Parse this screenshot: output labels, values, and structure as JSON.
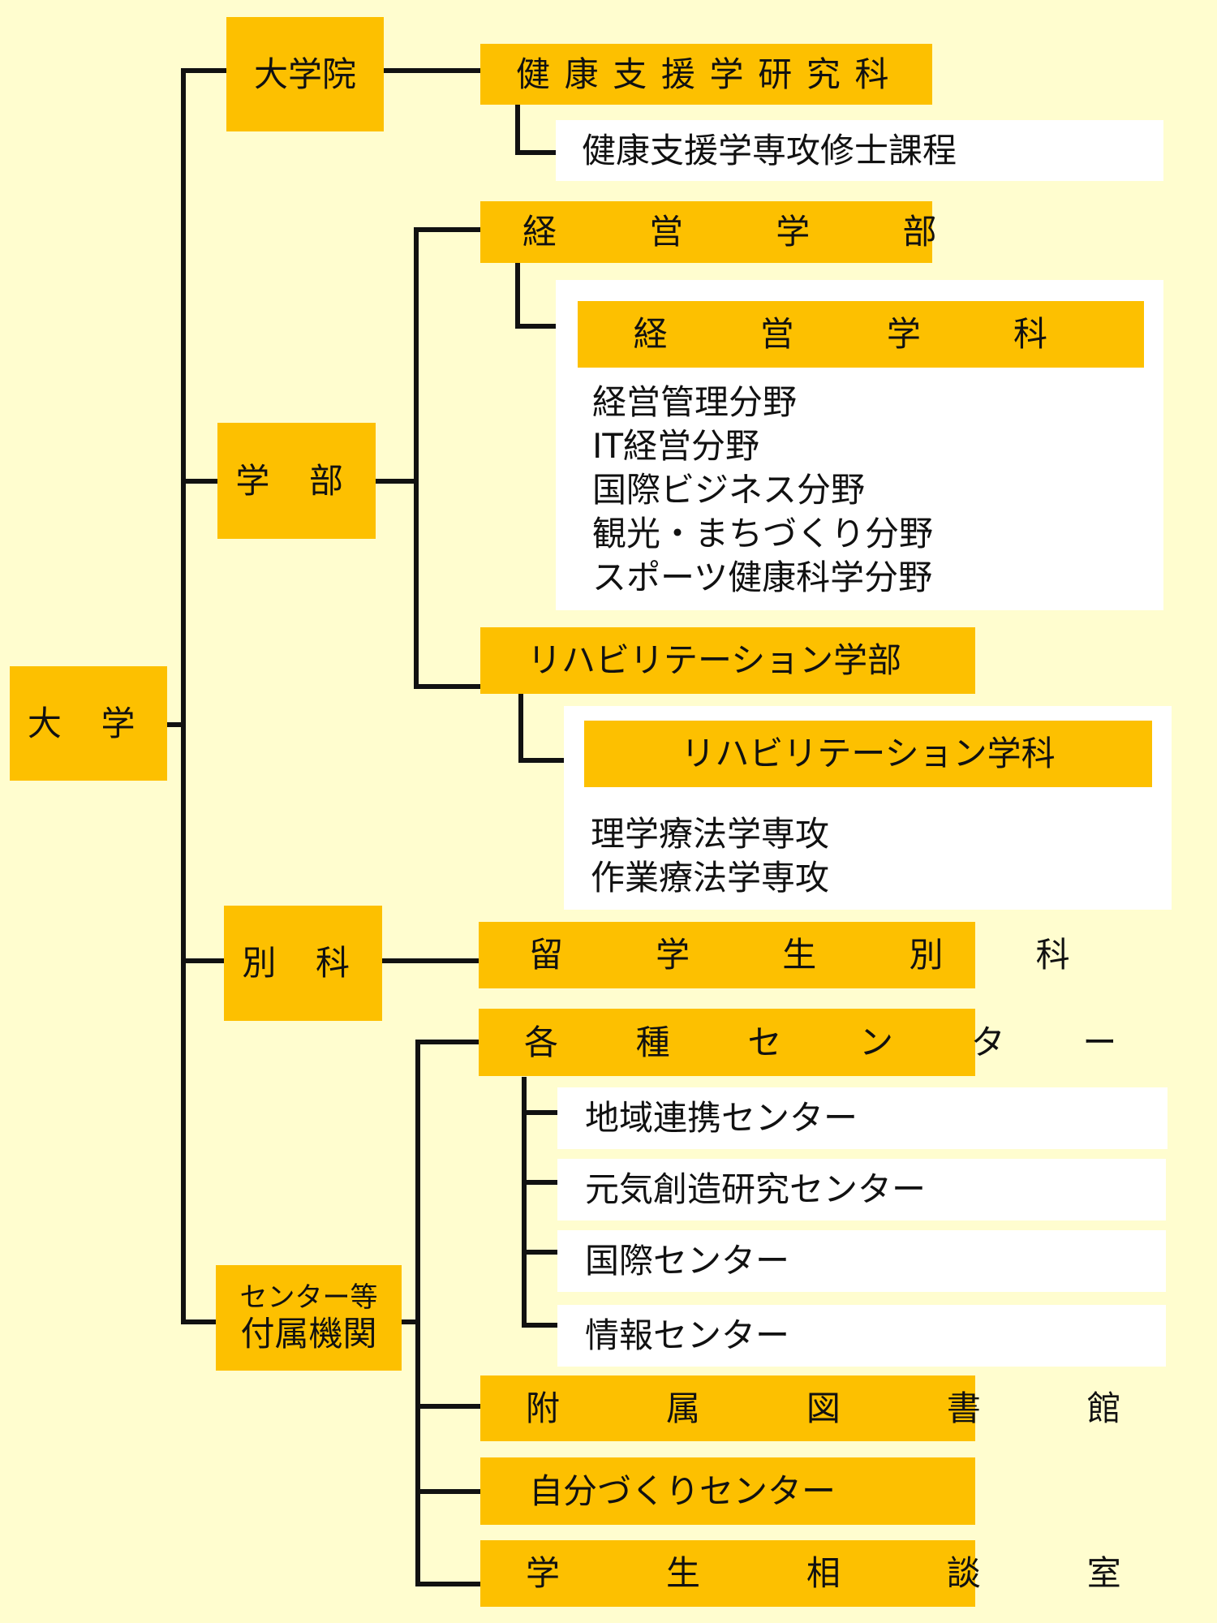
{
  "root": {
    "label": "大 学"
  },
  "graduate": {
    "label": "大学院",
    "school": "健康支援学研究科",
    "course": "健康支援学専攻修士課程"
  },
  "faculty": {
    "label": "学 部",
    "management": {
      "label": "経 営 学 部",
      "department": "経 営 学 科",
      "fields": [
        "経営管理分野",
        "IT経営分野",
        "国際ビジネス分野",
        "観光・まちづくり分野",
        "スポーツ健康科学分野"
      ]
    },
    "rehab": {
      "label": "リハビリテーション学部",
      "department": "リハビリテーション学科",
      "majors": [
        "理学療法学専攻",
        "作業療法学専攻"
      ]
    }
  },
  "special": {
    "label": "別 科",
    "course": "留 学 生 別 科"
  },
  "affiliated": {
    "label_top": "センター等",
    "label_bottom": "付属機関",
    "centers": {
      "label": "各 種 セ ン タ ー",
      "items": [
        "地域連携センター",
        "元気創造研究センター",
        "国際センター",
        "情報センター"
      ]
    },
    "library": "附 属 図 書 館",
    "jibun_center": "自分づくりセンター",
    "counseling": "学 生 相 談 室"
  },
  "colors": {
    "background": "#fffdcf",
    "box_yellow": "#fdc000",
    "box_white": "#ffffff",
    "line": "#111111"
  }
}
